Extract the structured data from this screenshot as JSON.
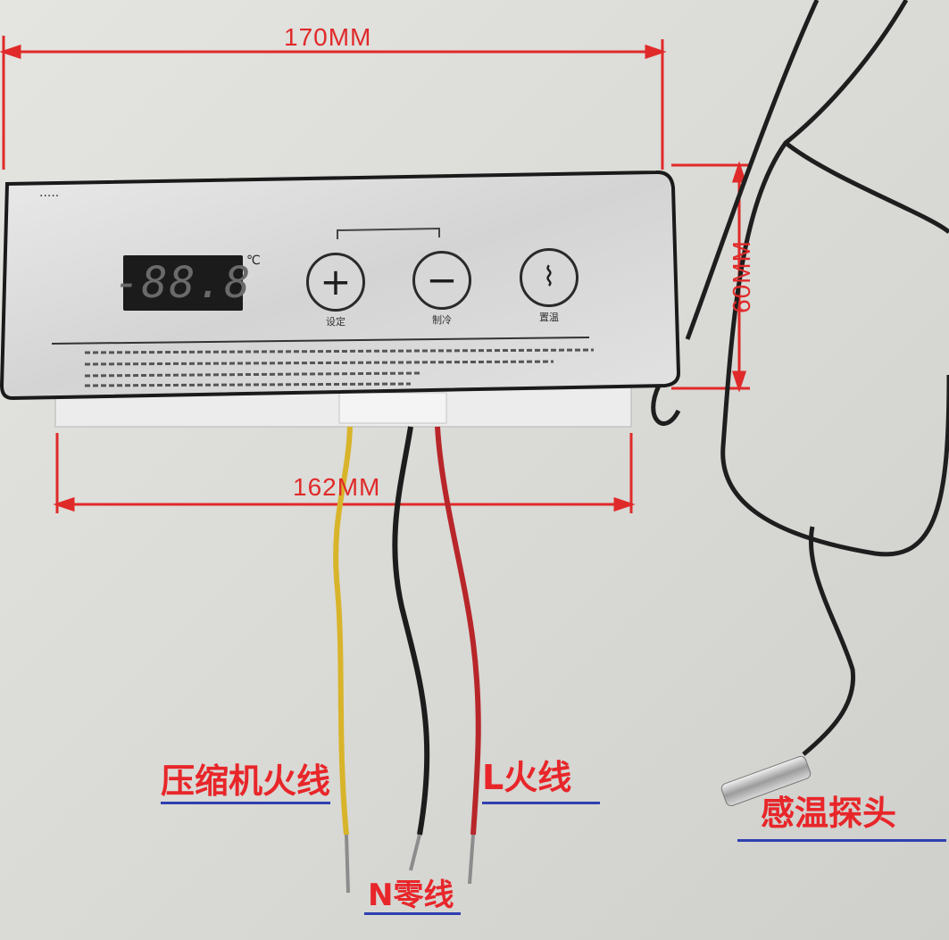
{
  "dimensions": {
    "width_label": "170MM",
    "height_label": "60MM",
    "base_width_label": "162MM"
  },
  "panel": {
    "model_text": "·····",
    "display": {
      "value": "-88.8",
      "unit": "℃"
    },
    "buttons": [
      {
        "symbol": "+",
        "icon": "plus-icon",
        "label": "设定"
      },
      {
        "symbol": "−",
        "icon": "minus-icon",
        "label": "制冷"
      },
      {
        "symbol": "⌇",
        "icon": "thermometer-icon",
        "label": "置温"
      }
    ]
  },
  "callouts": {
    "compressor_live": "压缩机火线",
    "live_wire": "L火线",
    "neutral_wire": "N零线",
    "temp_probe": "感温探头"
  },
  "colors": {
    "dimension_red": "#e02a2a",
    "underline_blue": "#2f3fb0",
    "wire_yellow": "#d8b42a",
    "wire_black": "#1c1c1c",
    "wire_red": "#b8262a"
  }
}
